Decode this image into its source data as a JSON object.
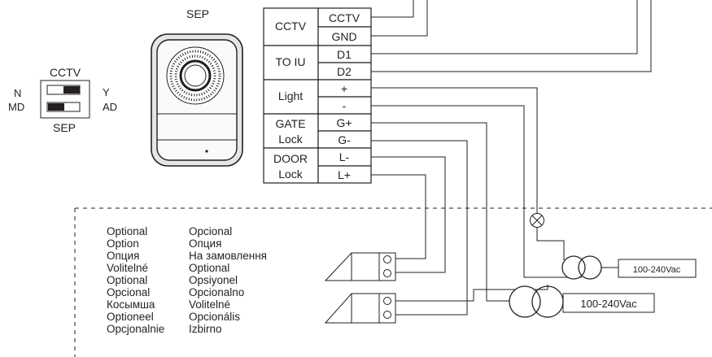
{
  "sep_device": {
    "label": "SEP"
  },
  "dip_switch": {
    "top_label": "CCTV",
    "left_top": "N",
    "left_bottom": "MD",
    "right_top": "Y",
    "right_bottom": "AD",
    "bottom_label": "SEP"
  },
  "terminal_block": {
    "groups": [
      {
        "label_lines": [
          "CCTV"
        ],
        "terminals": [
          "CCTV",
          "GND"
        ]
      },
      {
        "label_lines": [
          "TO IU"
        ],
        "terminals": [
          "D1",
          "D2"
        ]
      },
      {
        "label_lines": [
          "Light"
        ],
        "terminals": [
          "+",
          "-"
        ]
      },
      {
        "label_lines": [
          "GATE",
          "Lock"
        ],
        "terminals": [
          "G+",
          "G-"
        ]
      },
      {
        "label_lines": [
          "DOOR",
          "Lock"
        ],
        "terminals": [
          "L-",
          "L+"
        ]
      }
    ]
  },
  "optional_words": {
    "column1": [
      "Optional",
      "Option",
      "Опция",
      "Volitelné",
      "Optional",
      "Opcional",
      "Косымша",
      "Optioneel",
      "Opcjonalnie"
    ],
    "column2": [
      "Opcional",
      "Опция",
      "На замовлення",
      "Optional",
      "Opsiyonel",
      "Opcionalno",
      "Volitelné",
      "Opcionális",
      "Izbirno"
    ]
  },
  "transformers": [
    {
      "label": "100-240Vac"
    },
    {
      "label": "100-240Vac"
    }
  ],
  "colors": {
    "line": "#231f20",
    "background": "#ffffff"
  }
}
